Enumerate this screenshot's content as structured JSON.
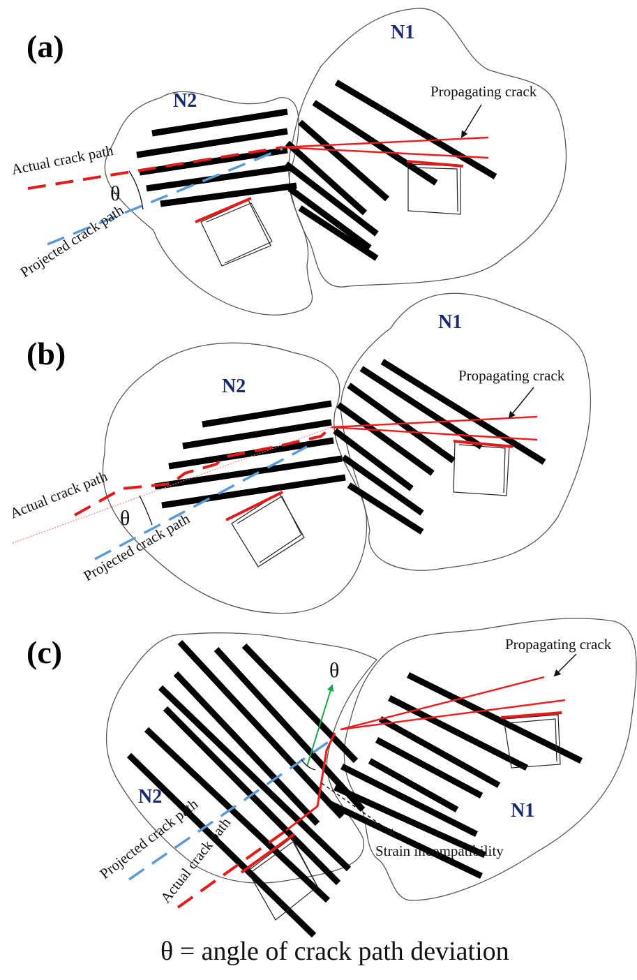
{
  "figure": {
    "caption": "θ = angle of crack path deviation",
    "panels": [
      {
        "label": "(a)",
        "grains": [
          "N1",
          "N2"
        ],
        "annotations": {
          "propagating": "Propagating crack",
          "actual": "Actual crack path",
          "projected": "Projected crack path",
          "theta": "θ"
        }
      },
      {
        "label": "(b)",
        "grains": [
          "N1",
          "N2"
        ],
        "annotations": {
          "propagating": "Propagating crack",
          "actual": "Actual crack path",
          "projected": "Projected crack path",
          "theta": "θ"
        }
      },
      {
        "label": "(c)",
        "grains": [
          "N1",
          "N2"
        ],
        "annotations": {
          "propagating": "Propagating crack",
          "actual": "Actual crack path",
          "projected": "Projected crack path",
          "theta": "θ",
          "strain": "Strain incompatibility"
        }
      }
    ],
    "colors": {
      "crack": "#ee1c1c",
      "projected": "#5b9bd5",
      "theta_arrow": "#1aa34a",
      "grain_label": "#1a2a6c"
    }
  }
}
